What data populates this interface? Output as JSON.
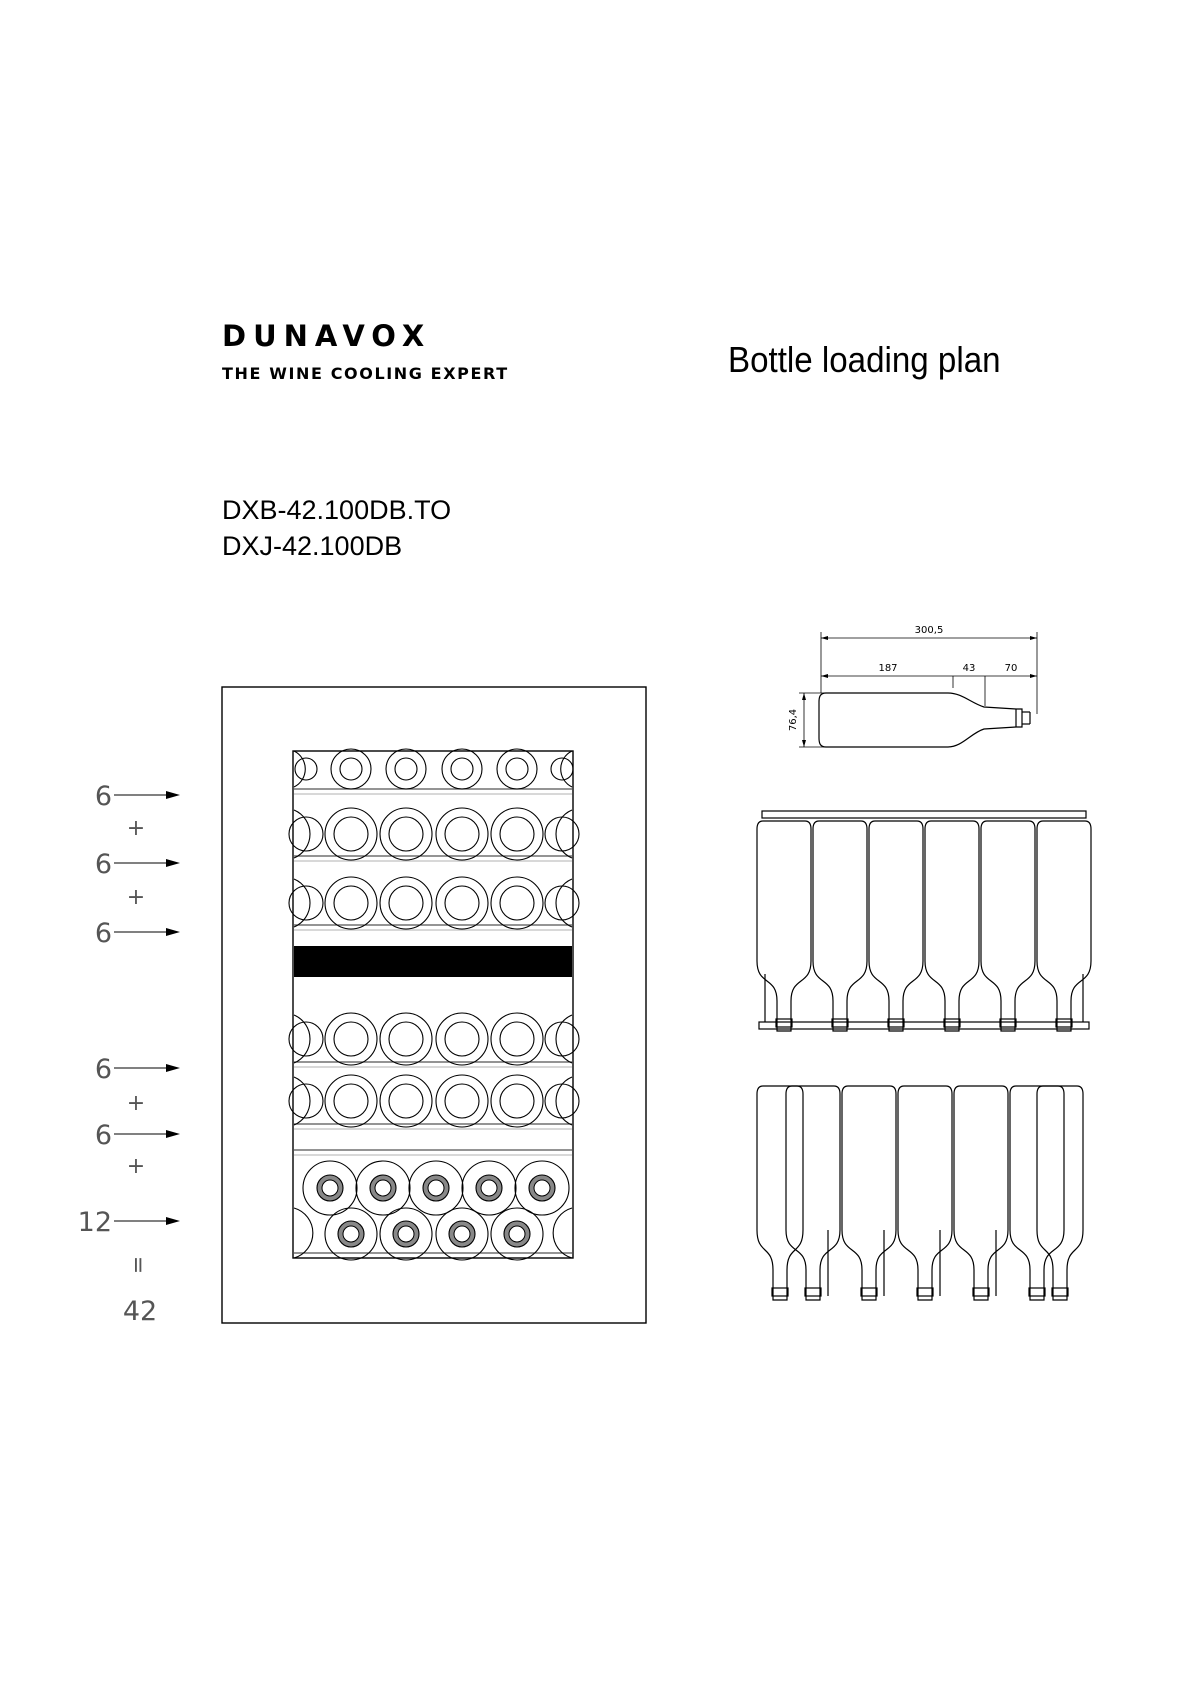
{
  "brand": {
    "name": "DUNAVOX",
    "tagline": "THE WINE COOLING EXPERT"
  },
  "title": "Bottle loading plan",
  "models": [
    "DXB-42.100DB.TO",
    "DXJ-42.100DB"
  ],
  "capacity_counts": [
    {
      "count": "6"
    },
    {
      "count": "6"
    },
    {
      "count": "6"
    },
    {
      "count": "6"
    },
    {
      "count": "6"
    },
    {
      "count": "12"
    }
  ],
  "plus_sign": "+",
  "equals_sign": "=",
  "total": "42",
  "bottle_dimensions": {
    "total_length": "300,5",
    "body_length": "187",
    "shoulder_length": "43",
    "neck_length": "70",
    "diameter": "76,4"
  },
  "colors": {
    "line": "#000000",
    "shelf": "#555555",
    "divider": "#000000",
    "background": "#ffffff"
  }
}
